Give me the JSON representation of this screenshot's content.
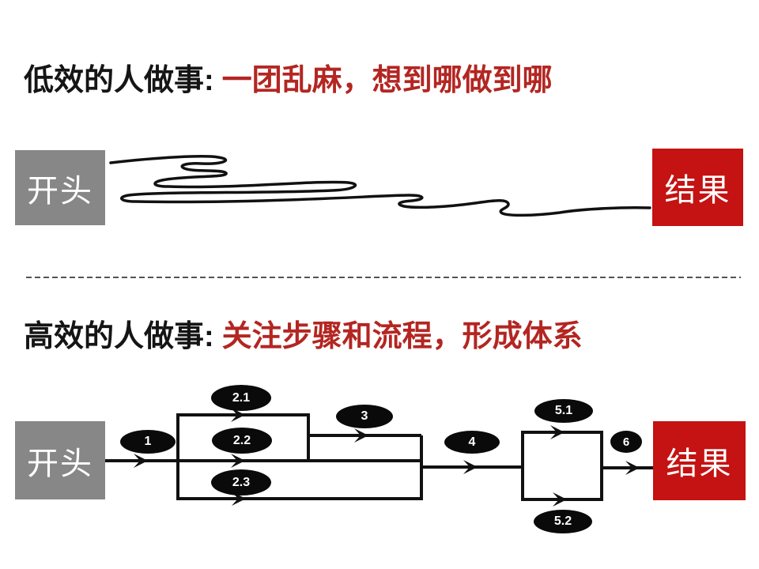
{
  "colors": {
    "title_black": "#151515",
    "title_red": "#b32622",
    "box_gray": "#878787",
    "box_red": "#c51212",
    "line_black": "#111111",
    "step_fill": "#0a0a0a",
    "step_text": "#ffffff"
  },
  "inefficient": {
    "title_prefix": "低效的人做事:",
    "title_highlight": "一团乱麻，想到哪做到哪",
    "start_label": "开头",
    "end_label": "结果"
  },
  "efficient": {
    "title_prefix": "高效的人做事:",
    "title_highlight": "关注步骤和流程，形成体系",
    "start_label": "开头",
    "end_label": "结果",
    "steps": [
      "1",
      "2.1",
      "2.2",
      "2.3",
      "3",
      "4",
      "5.1",
      "5.2",
      "6"
    ]
  }
}
